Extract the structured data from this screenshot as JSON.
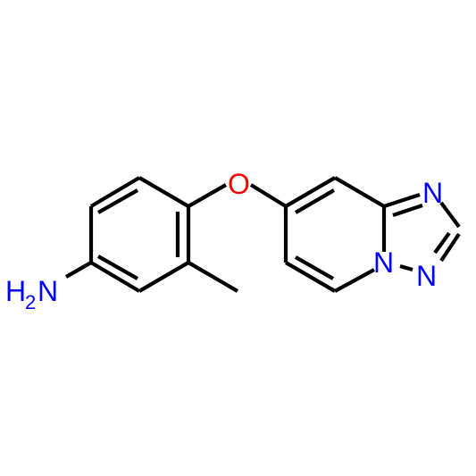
{
  "molecule": {
    "atoms": {
      "amine_h": "H",
      "amine_h_count": "2",
      "amine_n": "N",
      "ether_o": "O",
      "triazole_n_top": "N",
      "triazole_n_right": "N",
      "bridge_n": "N"
    },
    "colors": {
      "bond": "#000000",
      "nitrogen": "#0000ff",
      "oxygen": "#ff0000",
      "background": "#ffffff"
    }
  }
}
